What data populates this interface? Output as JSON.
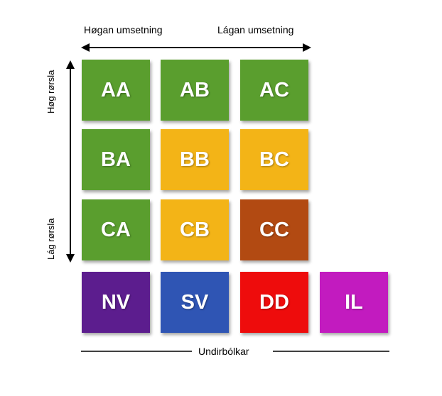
{
  "axes": {
    "top_left": "Høgan umsetning",
    "top_right": "Lágan umsetning",
    "left_top": "Høg rørsla",
    "left_bottom": "Lág rørsla",
    "bottom": "Undirbólkar"
  },
  "tiles": [
    {
      "label": "AA",
      "color": "#5a9e2e"
    },
    {
      "label": "AB",
      "color": "#5a9e2e"
    },
    {
      "label": "AC",
      "color": "#5a9e2e"
    },
    {
      "label": "BA",
      "color": "#5a9e2e"
    },
    {
      "label": "BB",
      "color": "#f3b417"
    },
    {
      "label": "BC",
      "color": "#f3b417"
    },
    {
      "label": "CA",
      "color": "#5a9e2e"
    },
    {
      "label": "CB",
      "color": "#f3b417"
    },
    {
      "label": "CC",
      "color": "#b24a12"
    },
    {
      "label": "NV",
      "color": "#5c1d8e"
    },
    {
      "label": "SV",
      "color": "#2f55b4"
    },
    {
      "label": "DD",
      "color": "#ee0c0c"
    },
    {
      "label": "IL",
      "color": "#c21bbf"
    }
  ]
}
